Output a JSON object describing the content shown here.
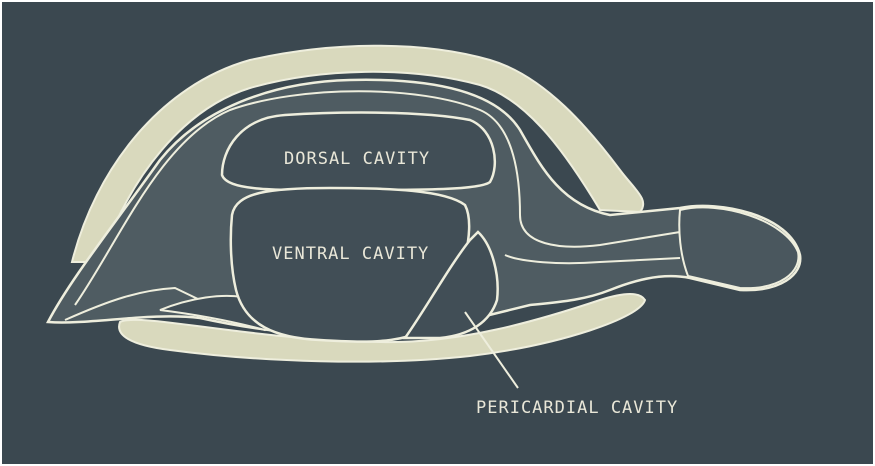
{
  "diagram": {
    "labels": {
      "dorsal": "DORSAL CAVITY",
      "ventral": "VENTRAL CAVITY",
      "pericardial": "PERICARDIAL CAVITY"
    },
    "colors": {
      "background": "#3b4850",
      "shell": "#d9d9bd",
      "body": "#4f5c62",
      "cavity": "#414e56",
      "outline": "#eeeedd",
      "text": "#e9e7d8"
    }
  }
}
